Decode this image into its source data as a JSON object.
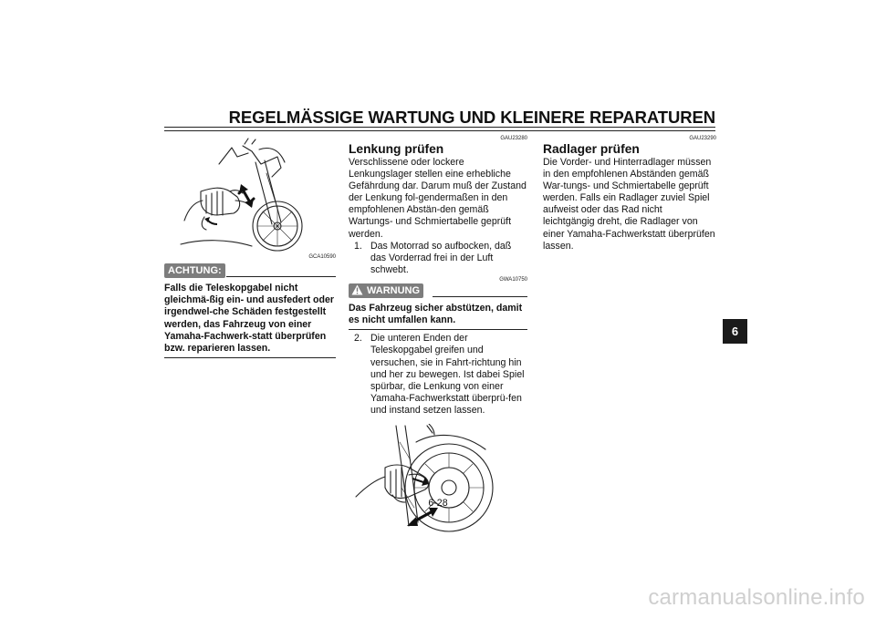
{
  "header": {
    "title": "REGELMÄSSIGE WARTUNG UND KLEINERE REPARATUREN"
  },
  "col1": {
    "figure_code": "GCA10590",
    "caution": {
      "label": "ACHTUNG:",
      "text": "Falls die Teleskopgabel nicht gleichmä-ßig ein- und ausfedert oder irgendwel-che Schäden festgestellt werden, das Fahrzeug von einer Yamaha-Fachwerk-statt überprüfen bzw. reparieren lassen."
    }
  },
  "col2": {
    "code": "GAU23280",
    "heading": "Lenkung prüfen",
    "intro": "Verschlissene oder lockere Lenkungslager stellen eine erhebliche Gefährdung dar. Darum muß der Zustand der Lenkung fol-gendermaßen in den empfohlenen Abstän-den gemäß Wartungs- und Schmiertabelle geprüft werden.",
    "step1": {
      "num": "1.",
      "text": "Das Motorrad so aufbocken, daß das Vorderrad frei in der Luft schwebt."
    },
    "warning": {
      "code": "GWA10750",
      "label": "WARNUNG",
      "text": "Das Fahrzeug sicher abstützen, damit es nicht umfallen kann."
    },
    "step2": {
      "num": "2.",
      "text": "Die unteren Enden der Teleskopgabel greifen und versuchen, sie in Fahrt-richtung hin und her zu bewegen. Ist dabei Spiel spürbar, die Lenkung von einer Yamaha-Fachwerkstatt überprü-fen und instand setzen lassen."
    }
  },
  "col3": {
    "code": "GAU23290",
    "heading": "Radlager prüfen",
    "text": "Die Vorder- und Hinterradlager müssen in den empfohlenen Abständen gemäß War-tungs- und Schmiertabelle geprüft werden. Falls ein Radlager zuviel Spiel aufweist oder das Rad nicht leichtgängig dreht, die Radlager von einer Yamaha-Fachwerkstatt überprüfen lassen."
  },
  "chapter_tab": "6",
  "page_number": "6-28",
  "watermark": "carmanualsonline.info",
  "colors": {
    "text": "#111111",
    "label_bg": "#7d7d7d",
    "tab_bg": "#1a1a1a",
    "watermark": "#cfcfcf"
  }
}
